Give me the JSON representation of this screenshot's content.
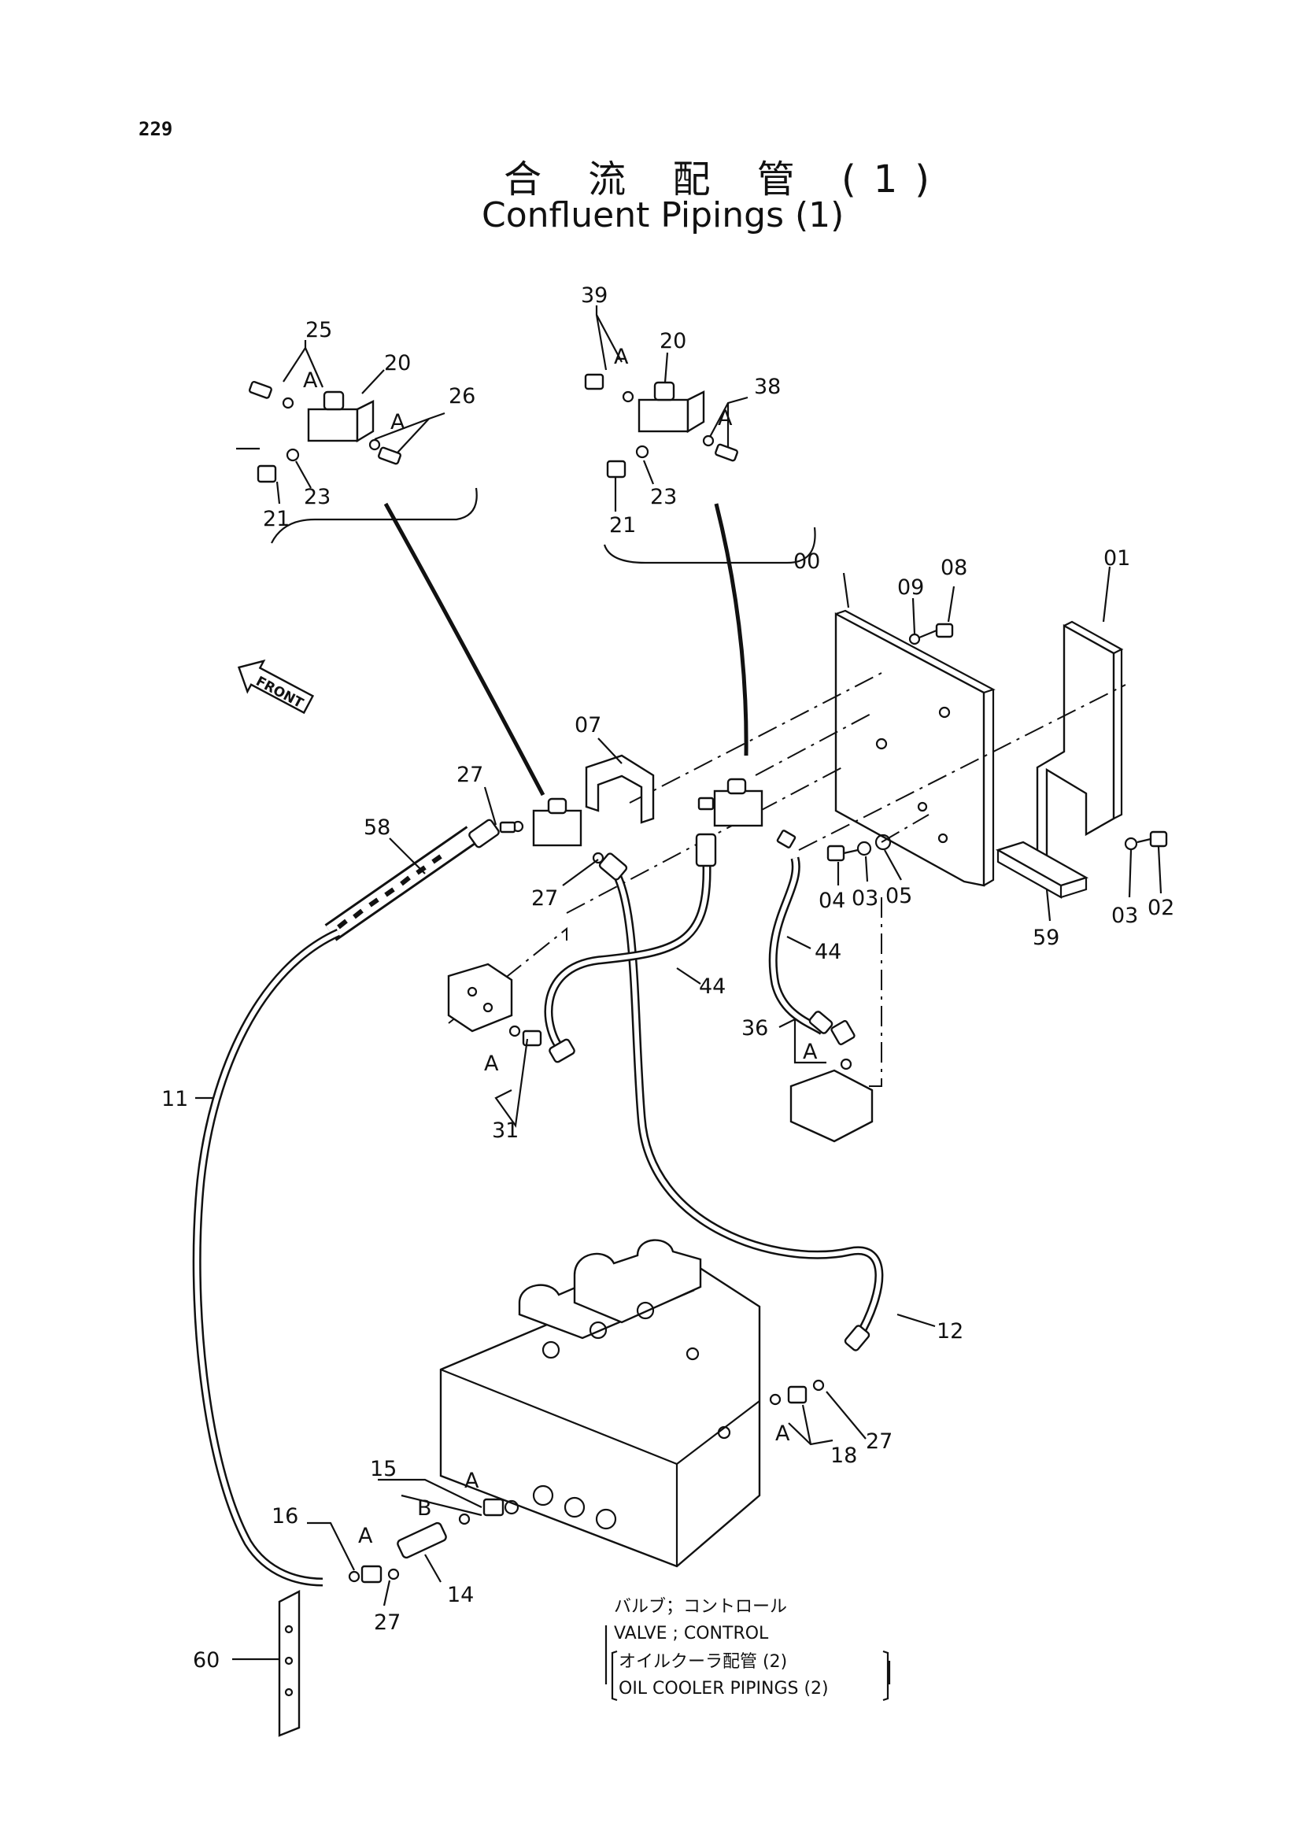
{
  "page_number": "229",
  "title_jp": "合 流 配 管 (1)",
  "title_en": "Confluent Pipings (1)",
  "front_label": "FRONT",
  "labels": {
    "p25": "25",
    "pA1": "A",
    "p20a": "20",
    "pA2": "A",
    "p26": "26",
    "p21a": "21",
    "p23a": "23",
    "p39": "39",
    "pA3": "A",
    "p20b": "20",
    "p38": "38",
    "pA4": "A",
    "p21b": "21",
    "p23b": "23",
    "p00": "00",
    "p09": "09",
    "p08": "08",
    "p01": "01",
    "p07": "07",
    "p27a": "27",
    "p58": "58",
    "p27b": "27",
    "p04": "04",
    "p03a": "03",
    "p05": "05",
    "p03b": "03",
    "p02": "02",
    "p59": "59",
    "p44a": "44",
    "p44b": "44",
    "p36": "36",
    "pA5": "A",
    "p31": "31",
    "pA6": "A",
    "p11": "11",
    "p12": "12",
    "p27c": "27",
    "p18": "18",
    "pA7": "A",
    "p15": "15",
    "pA8": "A",
    "pB": "B",
    "p16": "16",
    "pA9": "A",
    "p14": "14",
    "p27d": "27",
    "p60": "60"
  },
  "notes": {
    "valve_jp": "バルブ；コントロール",
    "valve_en": "VALVE ; CONTROL",
    "cooler_jp": "オイルクーラ配管 (2)",
    "cooler_en": "OIL COOLER PIPINGS (2)"
  }
}
